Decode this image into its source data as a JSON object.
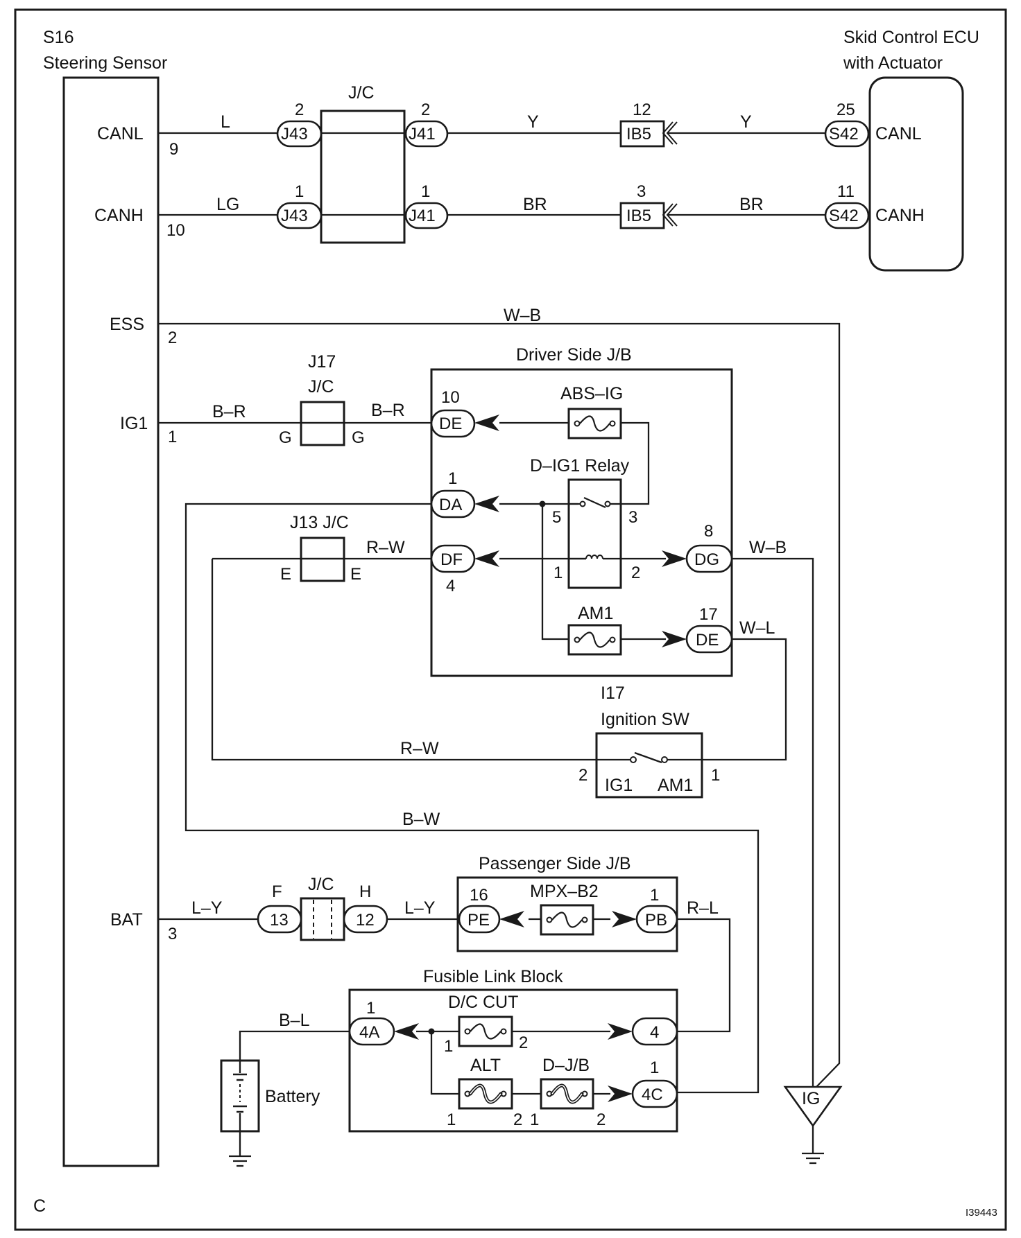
{
  "diagram": {
    "corner_letter": "C",
    "figure_id": "I39443",
    "components": {
      "steering_sensor": {
        "code": "S16",
        "name": "Steering Sensor"
      },
      "skid_ecu": {
        "line1": "Skid Control ECU",
        "line2": "with Actuator"
      },
      "jc_top": "J/C",
      "j17": {
        "code": "J17",
        "name": "J/C"
      },
      "j13": "J13 J/C",
      "driver_jb": "Driver Side J/B",
      "abs_ig": "ABS–IG",
      "d_ig1_relay": "D–IG1 Relay",
      "am1_fuse": "AM1",
      "ignition_sw": {
        "code": "I17",
        "name": "Ignition SW",
        "ig1": "IG1",
        "am1": "AM1"
      },
      "passenger_jb": "Passenger Side J/B",
      "jc_bat": "J/C",
      "mpx_b2": "MPX–B2",
      "fusible_link_block": "Fusible Link Block",
      "dc_cut": "D/C CUT",
      "alt": "ALT",
      "d_jb": "D–J/B",
      "battery": "Battery",
      "ig_ground": "IG"
    },
    "terminals": {
      "canl": "CANL",
      "canh": "CANH",
      "ess": "ESS",
      "ig1": "IG1",
      "bat": "BAT",
      "ecu_canl": "CANL",
      "ecu_canh": "CANH"
    },
    "pins": {
      "canl": "9",
      "canh": "10",
      "ess": "2",
      "ig1": "1",
      "bat": "3",
      "j43_a": "2",
      "j41_a": "2",
      "ib5_a": "12",
      "s42_a": "25",
      "j43_b": "1",
      "j41_b": "1",
      "ib5_b": "3",
      "s42_b": "11",
      "de_10": "10",
      "da_1": "1",
      "df_4": "4",
      "relay_5": "5",
      "relay_3": "3",
      "relay_1": "1",
      "relay_2": "2",
      "dg_8": "8",
      "de_17": "17",
      "isw_2": "2",
      "isw_1": "1",
      "pe_16": "16",
      "pb_1": "1",
      "jc_f": "F",
      "jc_h": "H",
      "fl_4a_1": "1",
      "dccut_1": "1",
      "dccut_2": "2",
      "alt_1": "1",
      "alt_2": "2",
      "djb_1": "1",
      "djb_2": "2",
      "fl_4c_1": "1",
      "j17_g_left": "G",
      "j17_g_right": "G",
      "j13_e_left": "E",
      "j13_e_right": "E"
    },
    "connectors": {
      "j43": "J43",
      "j41": "J41",
      "ib5": "IB5",
      "s42": "S42",
      "de": "DE",
      "da": "DA",
      "df": "DF",
      "dg": "DG",
      "de2": "DE",
      "pe": "PE",
      "pb": "PB",
      "c13": "13",
      "c12": "12",
      "c4a": "4A",
      "c4": "4",
      "c4c": "4C"
    },
    "wires": {
      "l": "L",
      "y_left": "Y",
      "y_right": "Y",
      "lg": "LG",
      "br_left": "BR",
      "br_right": "BR",
      "wb_ess": "W–B",
      "br_ig1_left": "B–R",
      "br_ig1_right": "B–R",
      "rw_upper": "R–W",
      "wb_dg": "W–B",
      "wl": "W–L",
      "rw_lower": "R–W",
      "bw": "B–W",
      "ly_left": "L–Y",
      "ly_right": "L–Y",
      "rl": "R–L",
      "bl": "B–L"
    }
  }
}
